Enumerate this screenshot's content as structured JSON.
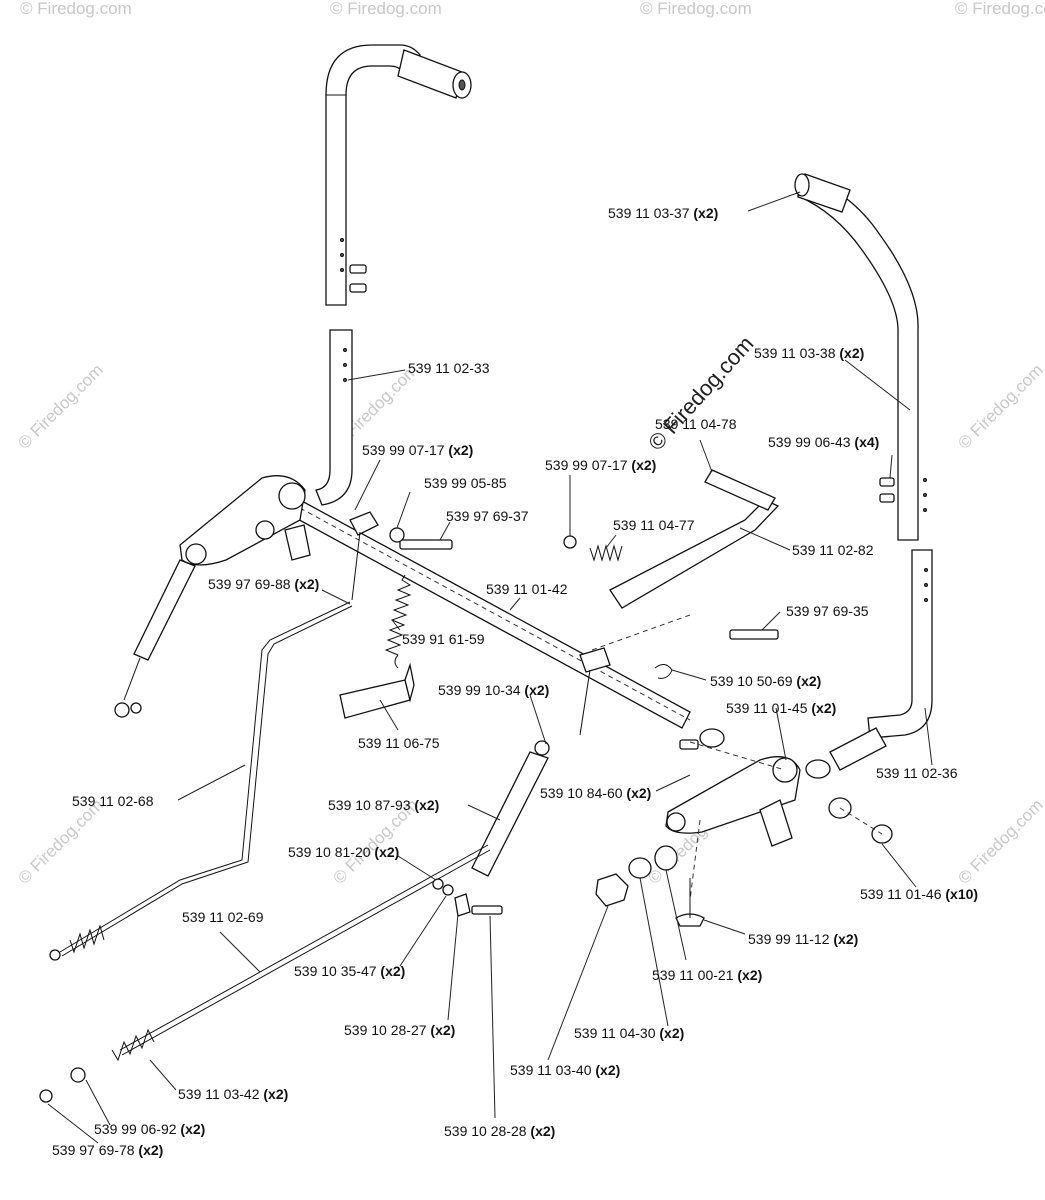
{
  "watermark": {
    "text": "© Firedog.com",
    "center_text": "© Firedog.com"
  },
  "labels": [
    {
      "key": "l01",
      "num": "539 11 03-37",
      "qty": "(x2)"
    },
    {
      "key": "l02",
      "num": "539 11 03-38",
      "qty": "(x2)"
    },
    {
      "key": "l03",
      "num": "539 11 02-33",
      "qty": ""
    },
    {
      "key": "l04",
      "num": "539 11 04-78",
      "qty": ""
    },
    {
      "key": "l05",
      "num": "539 99 06-43",
      "qty": "(x4)"
    },
    {
      "key": "l06",
      "num": "539 99 07-17",
      "qty": "(x2)"
    },
    {
      "key": "l07",
      "num": "539 99 07-17",
      "qty": "(x2)"
    },
    {
      "key": "l08",
      "num": "539 99 05-85",
      "qty": ""
    },
    {
      "key": "l09",
      "num": "539 97 69-37",
      "qty": ""
    },
    {
      "key": "l10",
      "num": "539 11 04-77",
      "qty": ""
    },
    {
      "key": "l11",
      "num": "539 11 02-82",
      "qty": ""
    },
    {
      "key": "l12",
      "num": "539 97 69-88",
      "qty": "(x2)"
    },
    {
      "key": "l13",
      "num": "539 11 01-42",
      "qty": ""
    },
    {
      "key": "l14",
      "num": "539 91 61-59",
      "qty": ""
    },
    {
      "key": "l15",
      "num": "539 97 69-35",
      "qty": ""
    },
    {
      "key": "l16",
      "num": "539 10 50-69",
      "qty": "(x2)"
    },
    {
      "key": "l17",
      "num": "539 99 10-34",
      "qty": "(x2)"
    },
    {
      "key": "l18",
      "num": "539 11 01-45",
      "qty": "(x2)"
    },
    {
      "key": "l19",
      "num": "539 11 06-75",
      "qty": ""
    },
    {
      "key": "l20",
      "num": "539 11 02-36",
      "qty": ""
    },
    {
      "key": "l21",
      "num": "539 11 02-68",
      "qty": ""
    },
    {
      "key": "l22",
      "num": "539 10 84-60",
      "qty": "(x2)"
    },
    {
      "key": "l23",
      "num": "539 10 87-93",
      "qty": "(x2)"
    },
    {
      "key": "l24",
      "num": "539 10 81-20",
      "qty": "(x2)"
    },
    {
      "key": "l25",
      "num": "539 11 01-46",
      "qty": "(x10)"
    },
    {
      "key": "l26",
      "num": "539 11 02-69",
      "qty": ""
    },
    {
      "key": "l27",
      "num": "539 99 11-12",
      "qty": "(x2)"
    },
    {
      "key": "l28",
      "num": "539 10 35-47",
      "qty": "(x2)"
    },
    {
      "key": "l29",
      "num": "539 11 00-21",
      "qty": "(x2)"
    },
    {
      "key": "l30",
      "num": "539 10 28-27",
      "qty": "(x2)"
    },
    {
      "key": "l31",
      "num": "539 11 04-30",
      "qty": "(x2)"
    },
    {
      "key": "l32",
      "num": "539 11 03-40",
      "qty": "(x2)"
    },
    {
      "key": "l33",
      "num": "539 11 03-42",
      "qty": "(x2)"
    },
    {
      "key": "l34",
      "num": "539 99 06-92",
      "qty": "(x2)"
    },
    {
      "key": "l35",
      "num": "539 10 28-28",
      "qty": "(x2)"
    },
    {
      "key": "l36",
      "num": "539 97 69-78",
      "qty": "(x2)"
    }
  ]
}
